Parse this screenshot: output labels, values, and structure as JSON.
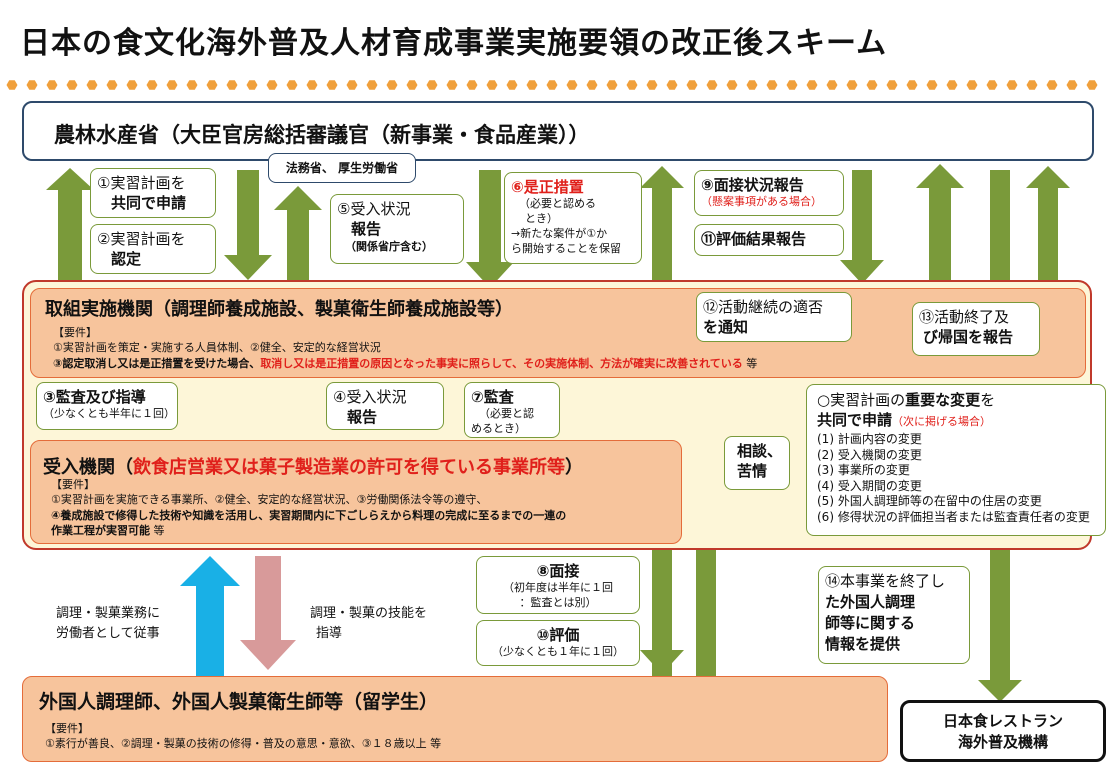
{
  "title": "日本の食文化海外普及人材育成事業実施要領の改正後スキーム",
  "colors": {
    "green": "#7a9a3a",
    "orange_fill": "#f7c49c",
    "orange_border": "#e46c3a",
    "cream": "#fdf6d8",
    "dark_red": "#c0392b",
    "blue": "#19b0e6",
    "pink": "#d89a9a",
    "navy": "#2e4a6b"
  },
  "maff": {
    "label": "農林水産省（大臣官房総括審議官（新事業・食品産業））"
  },
  "moj": {
    "label": "法務省、 厚生労働省"
  },
  "callouts": {
    "c1": {
      "line1": "①実習計画を",
      "line2": "共同で申請"
    },
    "c2": {
      "line1": "②実習計画を",
      "line2": "認定"
    },
    "c5": {
      "line1": "⑤受入状況",
      "line2": "報告",
      "line3": "（関係省庁含む）"
    },
    "c6": {
      "title": "⑥是正措置",
      "line1": "（必要と認める",
      "line2": "とき）",
      "line3": "→新たな案件が①か",
      "line4": "ら開始することを保留"
    },
    "c9": {
      "line1": "⑨面接状況報告",
      "line2": "（懸案事項がある場合）"
    },
    "c11": {
      "line1": "⑪評価結果報告"
    },
    "c12": {
      "line1": "⑫活動継続の適否",
      "line2": "を通知"
    },
    "c13": {
      "line1": "⑬活動終了及",
      "line2": "び帰国を報告"
    },
    "c3": {
      "line1": "③監査及び指導",
      "line2": "（少なくとも半年に１回）"
    },
    "c4": {
      "line1": "④受入状況",
      "line2": "報告"
    },
    "c7": {
      "line1": "⑦監査",
      "line2": "（必要と認",
      "line3": "めるとき）"
    },
    "consult": {
      "line1": "相談、",
      "line2": "苦情"
    },
    "c8": {
      "line1": "⑧面接",
      "line2": "（初年度は半年に１回",
      "line3": "：監査とは別）"
    },
    "c10": {
      "line1": "⑩評価",
      "line2": "（少なくとも１年に１回）"
    },
    "c14": {
      "line1": "⑭本事業を終了し",
      "line2": "た外国人調理",
      "line3": "師等に関する",
      "line4": "情報を提供"
    }
  },
  "org": {
    "title": "取組実施機関（調理師養成施設、製菓衛生師養成施設等）",
    "req_label": "【要件】",
    "req1": "①実習計画を策定・実施する人員体制、②健全、安定的な経営状況",
    "req2a": "③認定取消し又は是正措置を受けた場合、",
    "req2b": "取消し又は是正措置の原因となった事実に照らして、その実施体制、方法が確実に改善されている",
    "req2c": " 等"
  },
  "host": {
    "title_a": "受入機関（",
    "title_b": "飲食店営業又は菓子製造業の許可を得ている事業所等",
    "title_c": "）",
    "req_label": "【要件】",
    "req1": "①実習計画を実施できる事業所、②健全、安定的な経営状況、③労働関係法令等の遵守、",
    "req2": "④養成施設で修得した技術や知識を活用し、実習期間内に下ごしらえから料理の完成に至るまでの一連の",
    "req3": "作業工程が実習可能",
    "req3b": " 等"
  },
  "changes": {
    "title_a": "○実習計画の",
    "title_b": "重要な変更",
    "title_c": "を",
    "title2": "共同で申請",
    "title2_note": "（次に掲げる場合）",
    "items": [
      "(1) 計画内容の変更",
      "(2) 受入機関の変更",
      "(3) 事業所の変更",
      "(4) 受入期間の変更",
      "(5) 外国人調理師等の在留中の住居の変更",
      "(6) 修得状況の評価担当者または監査責任者の変更"
    ]
  },
  "labels": {
    "work": [
      "調理・製菓業務に",
      "労働者として従事"
    ],
    "guide": [
      "調理・製菓の技能を",
      "指導"
    ]
  },
  "foreign": {
    "title": "外国人調理師、外国人製菓衛生師等（留学生）",
    "req_label": "【要件】",
    "req1": "①素行が善良、②調理・製菓の技術の修得・普及の意思・意欲、③１８歳以上 等"
  },
  "jro": {
    "line1": "日本食レストラン",
    "line2": "海外普及機構"
  }
}
